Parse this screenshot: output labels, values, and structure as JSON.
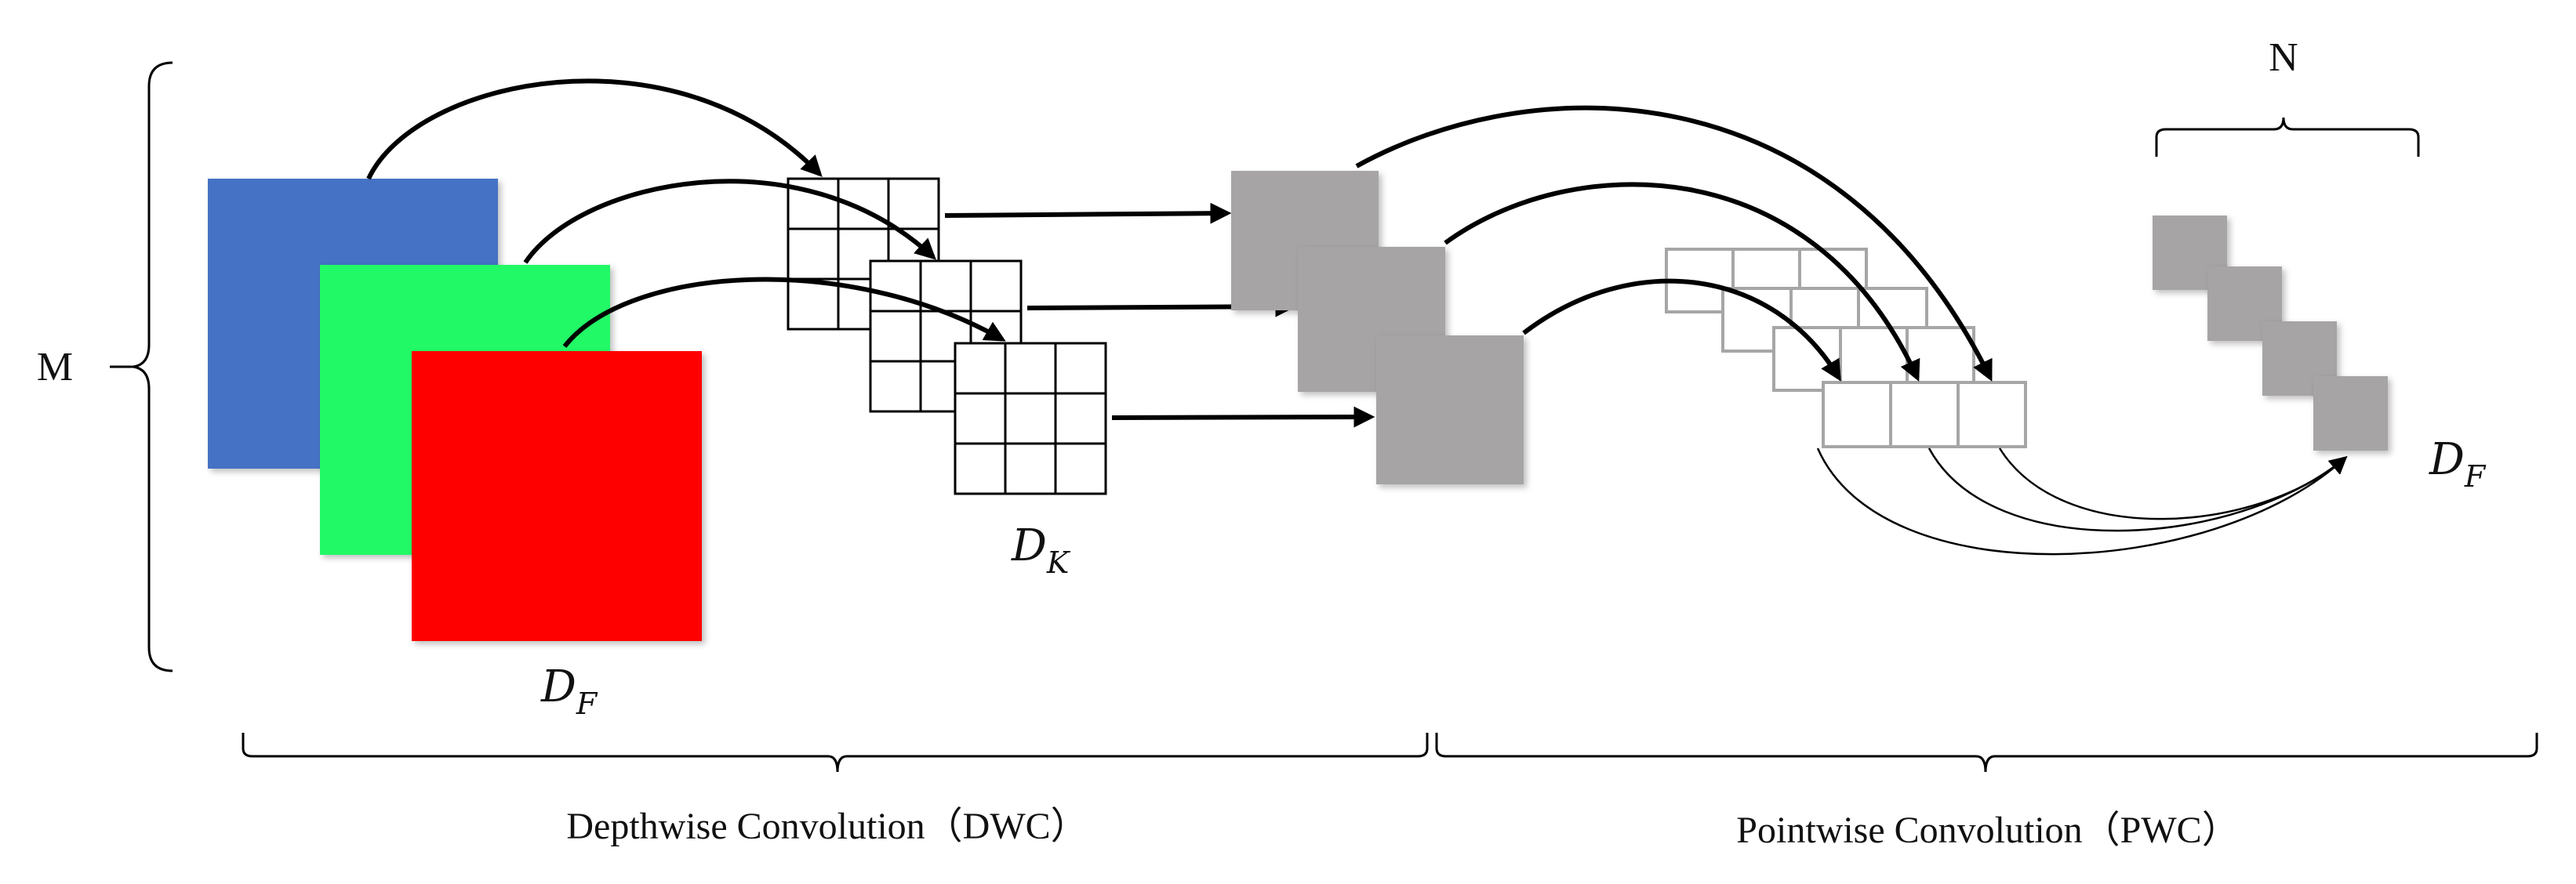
{
  "labels": {
    "m": "M",
    "n": "N",
    "df_input": {
      "main": "D",
      "sub": "F"
    },
    "dk_kernel": {
      "main": "D",
      "sub": "K"
    },
    "df_output": {
      "main": "D",
      "sub": "F"
    },
    "dwc": "Depthwise Convolution（DWC）",
    "pwc": "Pointwise Convolution（PWC）"
  },
  "colors": {
    "blue": "#4472c4",
    "green": "#22f966",
    "red": "#ff0000",
    "gray": "#a6a4a4",
    "grid": "#a6a6a6",
    "ink": "#000000"
  }
}
